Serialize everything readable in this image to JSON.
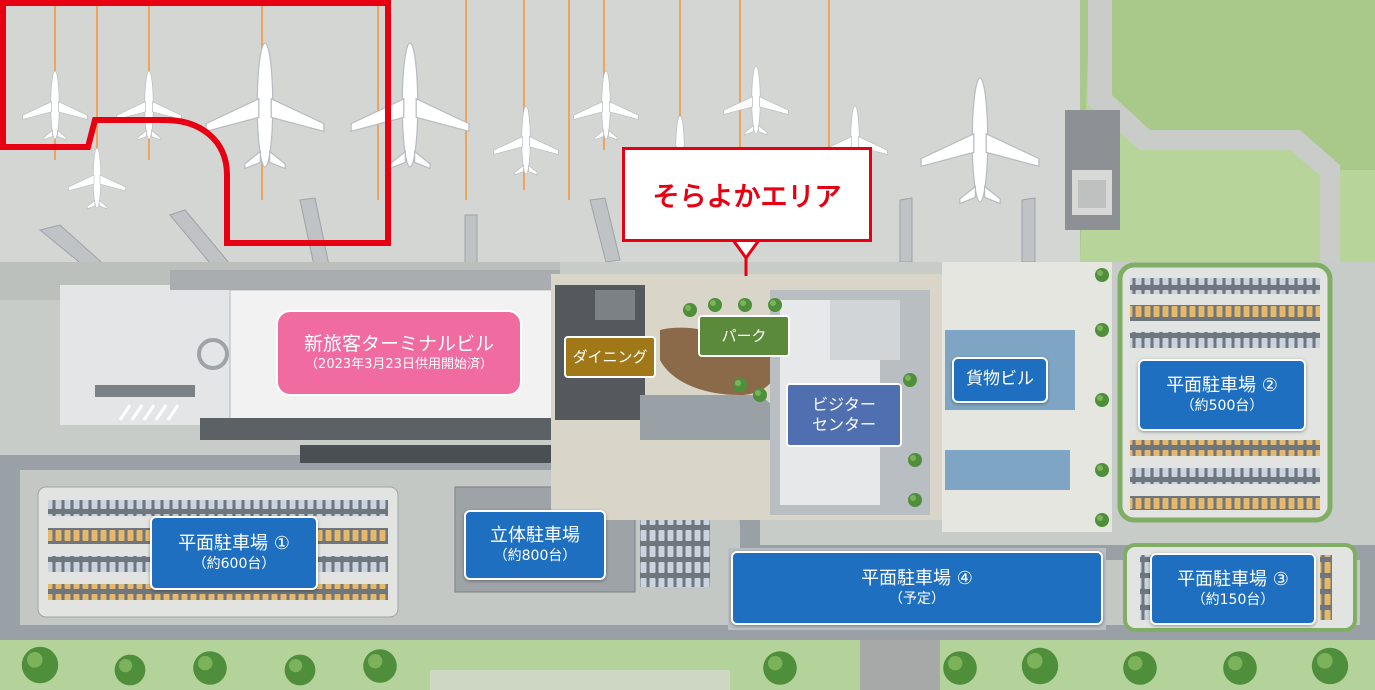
{
  "callout": {
    "text": "そらよかエリア"
  },
  "labels": {
    "terminal": {
      "line1": "新旅客ターミナルビル",
      "line2": "（2023年3月23日供用開始済）"
    },
    "dining": {
      "text": "ダイニング"
    },
    "park": {
      "text": "パーク"
    },
    "visitor": {
      "line1": "ビジター",
      "line2": "センター"
    },
    "cargo": {
      "text": "貨物ビル"
    },
    "parking1": {
      "line1": "平面駐車場 ①",
      "line2": "（約600台）"
    },
    "parking2": {
      "line1": "平面駐車場 ②",
      "line2": "（約500台）"
    },
    "parking3": {
      "line1": "平面駐車場 ③",
      "line2": "（約150台）"
    },
    "parking4": {
      "line1": "平面駐車場 ④",
      "line2": "（予定）"
    },
    "multi_storey": {
      "line1": "立体駐車場",
      "line2": "（約800台）"
    }
  },
  "colors": {
    "highlight": "#e60012",
    "parking_label": "#1f6fc0",
    "terminal_label": "#f06ba0",
    "dining_label": "#a07818",
    "park_label": "#5a8a3a",
    "visitor_label": "#4f6fb0"
  },
  "icons": [
    "airplane-icon"
  ]
}
